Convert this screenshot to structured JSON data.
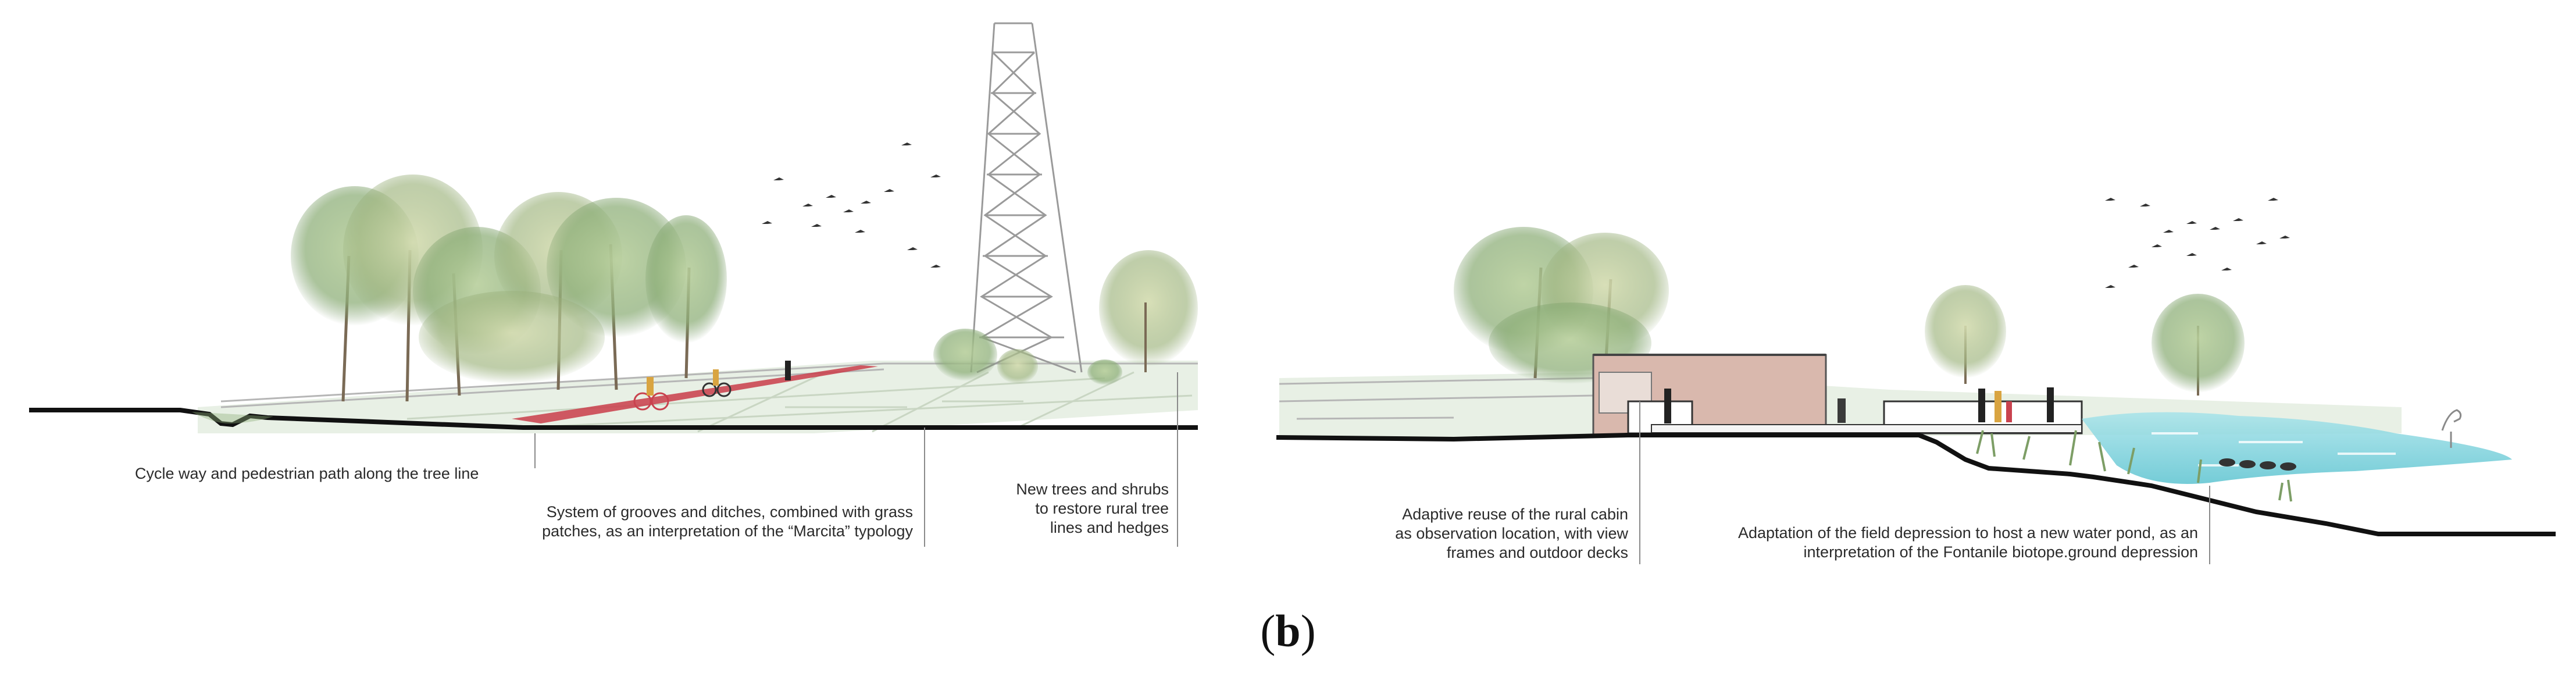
{
  "annotations": {
    "cycle_path": "Cycle way and pedestrian path along the tree line",
    "grooves_l1": "System of grooves and ditches, combined with grass",
    "grooves_l2": "patches, as an interpretation of the “Marcita” typology",
    "trees_l1": "New trees and shrubs",
    "trees_l2": "to restore rural tree",
    "trees_l3": "lines and hedges",
    "cabin_l1": "Adaptive reuse of the rural cabin",
    "cabin_l2": "as observation location, with view",
    "cabin_l3": "frames and outdoor decks",
    "pond_l1": "Adaptation of the field depression to host a new water pond, as an",
    "pond_l2": "interpretation of the Fontanile biotope.ground depression"
  },
  "caption": {
    "open": "(",
    "letter": "b",
    "close": ")"
  },
  "colors": {
    "ground_line": "#111111",
    "cycle_path": "#c9424e",
    "water": "#7fd3dd",
    "foliage": "#8fb07a",
    "lawn": "#e4ede0",
    "leader_line": "#8a8a8a"
  }
}
